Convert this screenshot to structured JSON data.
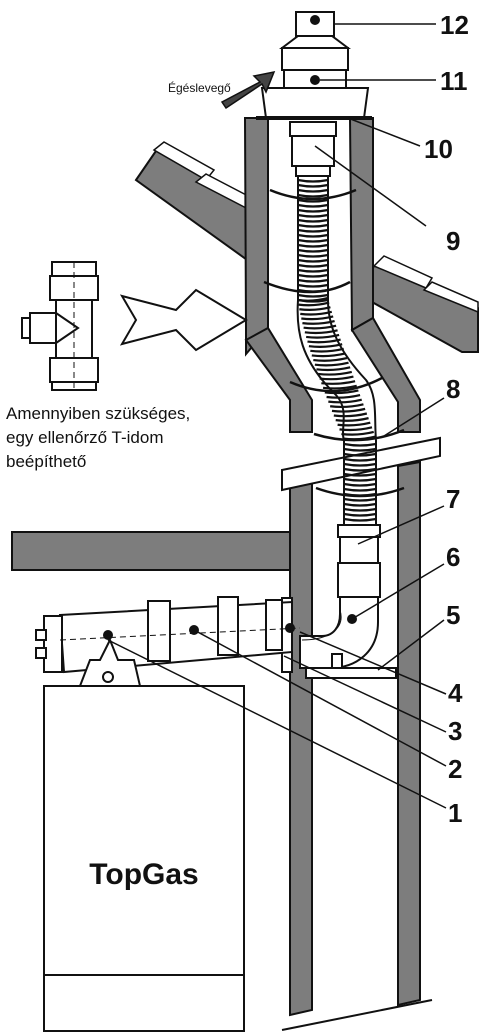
{
  "labels": {
    "combustion_air": "Égéslevegő",
    "note_line1": "Amennyiben szükséges,",
    "note_line2": "egy ellenőrző T-idom",
    "note_line3": "beépíthető",
    "boiler_brand": "TopGas"
  },
  "callouts": [
    "1",
    "2",
    "3",
    "4",
    "5",
    "6",
    "7",
    "8",
    "9",
    "10",
    "11",
    "12"
  ],
  "colors": {
    "wall": "#7d7d7d",
    "line": "#111111",
    "pipe": "#ffffff"
  }
}
